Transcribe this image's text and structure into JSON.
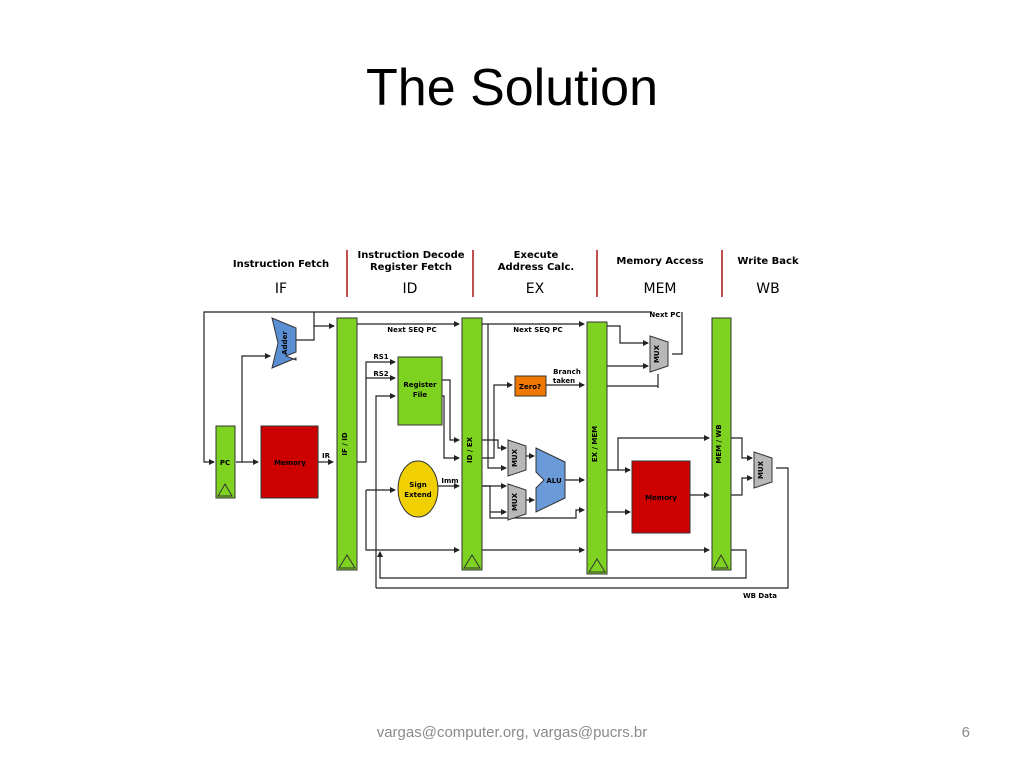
{
  "slide": {
    "title": "The Solution",
    "footer": "vargas@computer.org,  vargas@pucrs.br",
    "page_number": "6"
  },
  "diagram": {
    "stages": [
      {
        "title_line1": "Instruction Fetch",
        "title_line2": "",
        "abbr": "IF"
      },
      {
        "title_line1": "Instruction Decode",
        "title_line2": "Register Fetch",
        "abbr": "ID"
      },
      {
        "title_line1": "Execute",
        "title_line2": "Address Calc.",
        "abbr": "EX"
      },
      {
        "title_line1": "Memory Access",
        "title_line2": "",
        "abbr": "MEM"
      },
      {
        "title_line1": "Write Back",
        "title_line2": "",
        "abbr": "WB"
      }
    ],
    "blocks": {
      "pc": "PC",
      "adder": "Adder",
      "imem": "Memory",
      "ir_label": "IR",
      "if_id": "IF / ID",
      "id_ex": "ID / EX",
      "ex_mem": "EX / MEM",
      "mem_wb": "MEM / WB",
      "reg_file_line1": "Register",
      "reg_file_line2": "File",
      "sign_ext_line1": "Sign",
      "sign_ext_line2": "Extend",
      "zero": "Zero?",
      "alu": "ALU",
      "dmem": "Memory",
      "mux": "MUX"
    },
    "labels": {
      "next_seq_pc_1": "Next SEQ PC",
      "next_seq_pc_2": "Next SEQ PC",
      "next_pc": "Next PC",
      "rs1": "RS1",
      "rs2": "RS2",
      "imm": "Imm",
      "branch_taken_line1": "Branch",
      "branch_taken_line2": "taken",
      "wb_data": "WB Data"
    },
    "colors": {
      "pipeline_register": "#7ed321",
      "memory": "#cc0000",
      "adder": "#5b8fd4",
      "alu": "#6a9bd8",
      "register_file": "#7ed321",
      "sign_extend": "#f0d000",
      "zero": "#f07800",
      "mux": "#b8b8b8",
      "stage_divider": "#c0504d"
    }
  }
}
